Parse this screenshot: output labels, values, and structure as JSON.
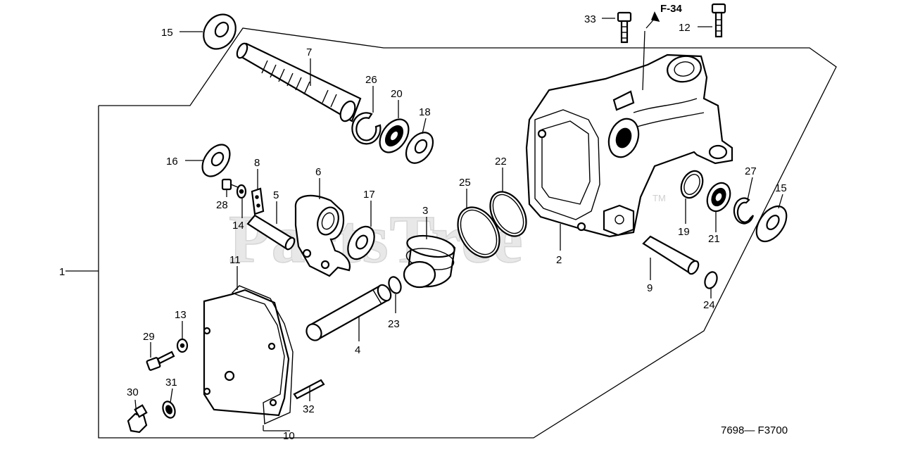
{
  "watermark": {
    "text": "PartsTree",
    "trademark": "TM"
  },
  "figure_ref": "F-34",
  "footer_code": "7698— F3700",
  "callouts": {
    "c1": "1",
    "c2": "2",
    "c3": "3",
    "c4": "4",
    "c5": "5",
    "c6": "6",
    "c7": "7",
    "c8": "8",
    "c9": "9",
    "c10": "10",
    "c11": "11",
    "c12": "12",
    "c13": "13",
    "c14": "14",
    "c15a": "15",
    "c15b": "15",
    "c16": "16",
    "c17": "17",
    "c18": "18",
    "c19": "19",
    "c20": "20",
    "c21": "21",
    "c22": "22",
    "c23": "23",
    "c24": "24",
    "c25": "25",
    "c26": "26",
    "c27": "27",
    "c28": "28",
    "c29": "29",
    "c30": "30",
    "c31": "31",
    "c32": "32",
    "c33": "33"
  }
}
